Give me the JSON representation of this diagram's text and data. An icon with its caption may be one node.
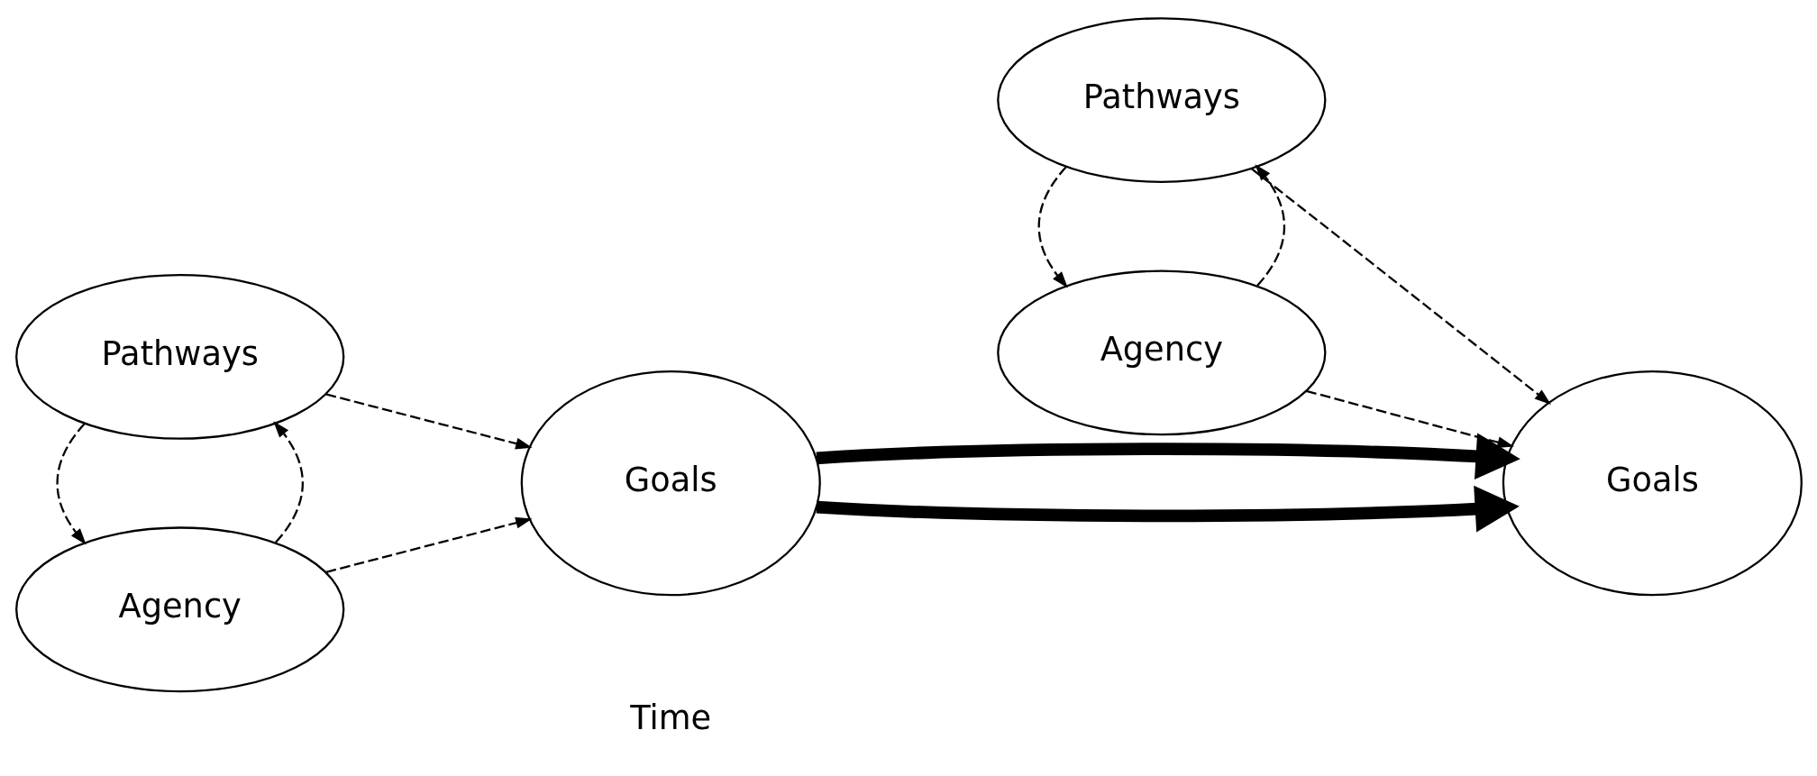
{
  "diagram": {
    "nodes": [
      {
        "text": [
          "Pathways"
        ]
      },
      {
        "text": [
          "Agency"
        ]
      },
      {
        "text": [
          "Goals"
        ]
      },
      {
        "text": [
          "Pathways"
        ]
      },
      {
        "text": [
          "Agency"
        ]
      },
      {
        "text": [
          "Goals"
        ]
      }
    ],
    "edges": [
      {
        "from": 1,
        "to": 0,
        "arrow": "to",
        "style": "dashed"
      },
      {
        "from": 0,
        "to": 1,
        "arrow": "to",
        "style": "dashed"
      },
      {
        "from": 0,
        "to": 2,
        "arrow": "to",
        "style": "dashed"
      },
      {
        "from": 1,
        "to": 2,
        "arrow": "to",
        "style": "dashed"
      },
      {
        "from": 4,
        "to": 3,
        "arrow": "to",
        "style": "dashed"
      },
      {
        "from": 3,
        "to": 4,
        "arrow": "to",
        "style": "dashed"
      },
      {
        "from": 3,
        "to": 5,
        "arrow": "to",
        "style": "dashed"
      },
      {
        "from": 4,
        "to": 5,
        "arrow": "to",
        "style": "dashed"
      },
      {
        "from": 2,
        "to": 5,
        "arrow": "to",
        "style": "thick"
      },
      {
        "from": 2,
        "to": 5,
        "arrow": "to",
        "style": "thick"
      }
    ],
    "labels": [
      "Time"
    ]
  }
}
